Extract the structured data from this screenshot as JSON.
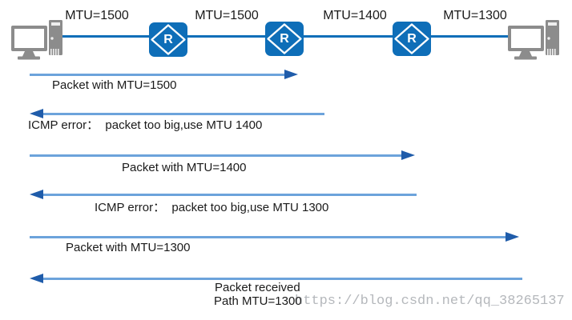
{
  "topology": {
    "router_label": "R",
    "link_labels": [
      "MTU=1500",
      "MTU=1500",
      "MTU=1400",
      "MTU=1300"
    ]
  },
  "messages": [
    {
      "direction": "right",
      "label": "Packet with MTU=1500"
    },
    {
      "direction": "left",
      "label": "ICMP error：  packet too big,use MTU 1400"
    },
    {
      "direction": "right",
      "label": "Packet with MTU=1400"
    },
    {
      "direction": "left",
      "label": "ICMP error：  packet too big,use MTU 1300"
    },
    {
      "direction": "right",
      "label": "Packet with MTU=1300"
    },
    {
      "direction": "left",
      "label": "Packet received",
      "label_line2": "Path MTU=1300"
    }
  ],
  "watermark": "https://blog.csdn.net/qq_38265137",
  "colors": {
    "router_fill": "#0e6eb8",
    "link_line": "#0e6eb8",
    "arrow_shaft": "#6ca3db",
    "arrow_head": "#1f5caa",
    "pc_gray": "#8c8c8c",
    "text": "#1a1a1a",
    "watermark_gray": "#b5b8bc"
  }
}
